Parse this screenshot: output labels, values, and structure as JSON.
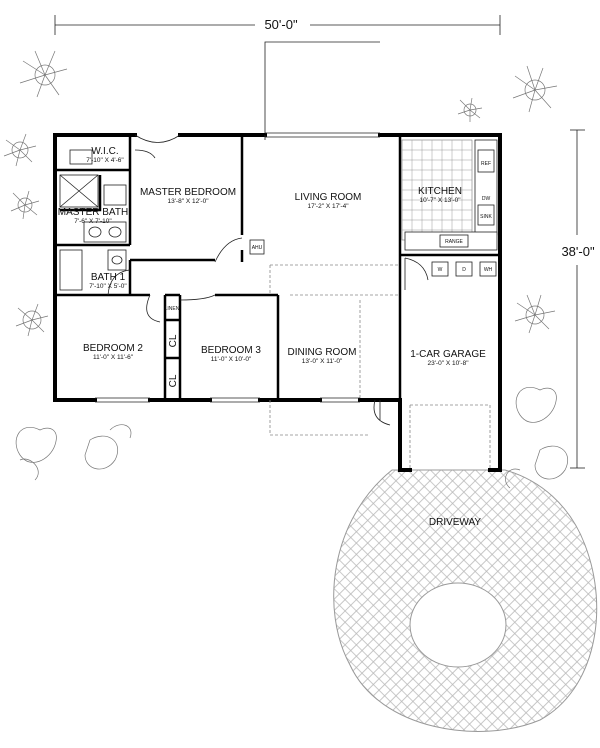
{
  "dimensions": {
    "overall_width": "50'-0\"",
    "overall_depth": "38'-0\""
  },
  "rooms": {
    "wic": {
      "name": "W.I.C.",
      "size": "7'-10\" X 4'-6\""
    },
    "master_bedroom": {
      "name": "MASTER BEDROOM",
      "size": "13'-8\" X 12'-0\""
    },
    "master_bath": {
      "name": "MASTER BATH",
      "size": "7'-6\" X 7'-10\""
    },
    "bath1": {
      "name": "BATH 1",
      "size": "7'-10\" X 5'-0\""
    },
    "living_room": {
      "name": "LIVING ROOM",
      "size": "17'-2\" X 17'-4\""
    },
    "kitchen": {
      "name": "KITCHEN",
      "size": "10'-7\" X 13'-0\""
    },
    "bedroom2": {
      "name": "BEDROOM 2",
      "size": "11'-0\" X 11'-6\""
    },
    "bedroom3": {
      "name": "BEDROOM 3",
      "size": "11'-0\" X 10'-0\""
    },
    "dining_room": {
      "name": "DINING ROOM",
      "size": "13'-0\" X 11'-0\""
    },
    "garage": {
      "name": "1-CAR GARAGE",
      "size": "23'-0\" X 10'-8\""
    }
  },
  "labels": {
    "driveway": "DRIVEWAY",
    "closet1": "CL",
    "closet2": "CL",
    "linen": "LINEN",
    "ahu": "AHU",
    "range": "RANGE",
    "washer": "W",
    "dryer": "D",
    "water_heater": "WH",
    "ref": "REF",
    "sink": "SINK",
    "dw": "DW"
  }
}
